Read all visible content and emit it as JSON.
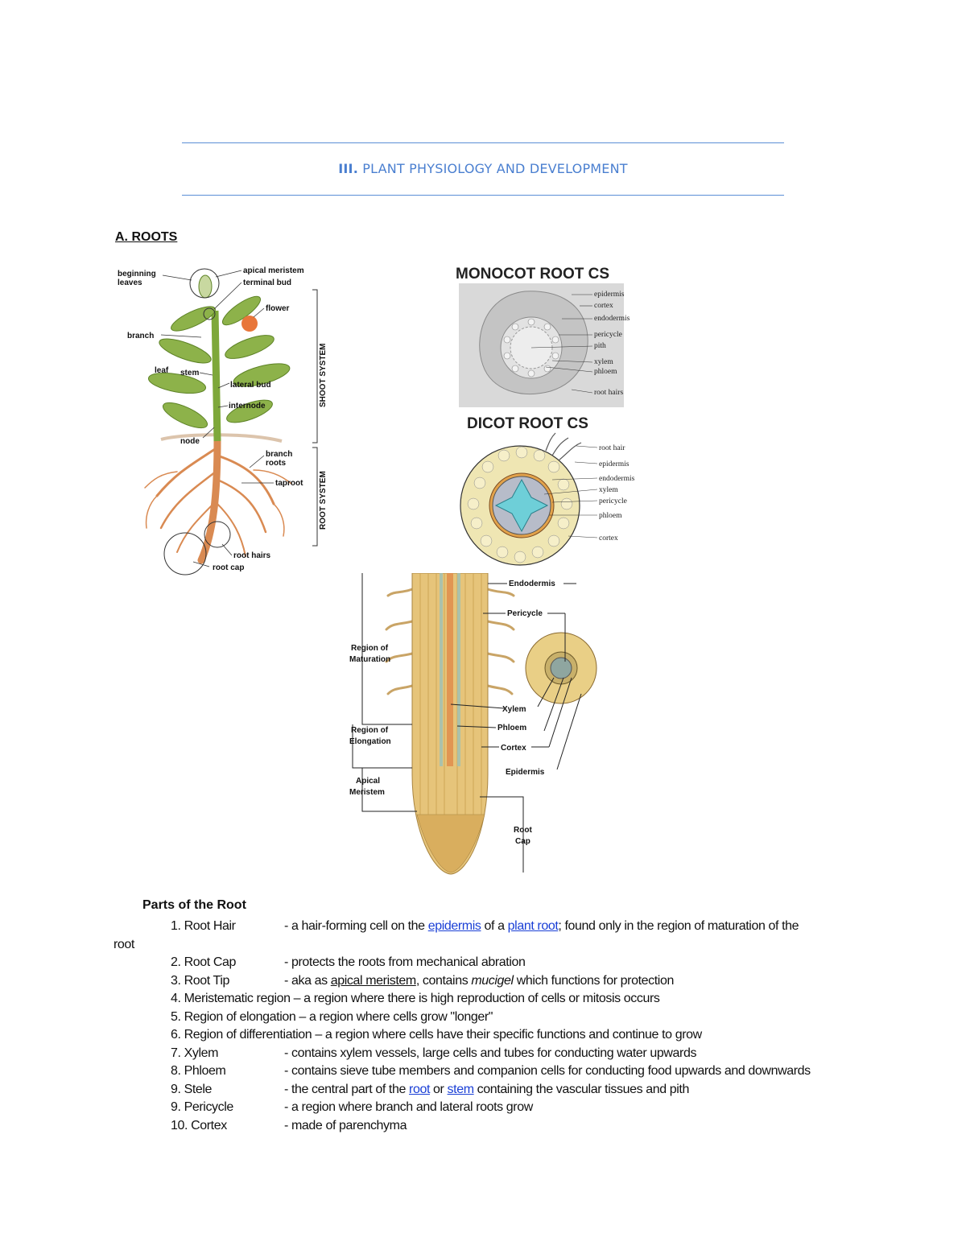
{
  "header": {
    "numeral": "III.",
    "title": "PLANT PHYSIOLOGY AND DEVELOPMENT"
  },
  "section": {
    "heading": "A. ROOTS"
  },
  "fig_plant": {
    "labels": {
      "beginning_leaves_1": "beginning",
      "beginning_leaves_2": "leaves",
      "apical_meristem": "apical meristem",
      "terminal_bud": "terminal bud",
      "flower": "flower",
      "branch": "branch",
      "leaf": "leaf",
      "stem": "stem",
      "lateral_bud": "lateral bud",
      "internode": "internode",
      "node": "node",
      "branch_roots_1": "branch",
      "branch_roots_2": "roots",
      "taproot": "taproot",
      "root_hairs": "root hairs",
      "root_cap": "root cap",
      "shoot_system": "SHOOT SYSTEM",
      "root_system": "ROOT SYSTEM"
    }
  },
  "fig_monocot": {
    "title": "MONOCOT ROOT CS",
    "labels": [
      "epidermis",
      "cortex",
      "endodermis",
      "pericycle",
      "pith",
      "xylem",
      "phloem",
      "root hairs"
    ]
  },
  "fig_dicot": {
    "title": "DICOT ROOT CS",
    "labels": [
      "root hair",
      "epidermis",
      "endodermis",
      "xylem",
      "pericycle",
      "phloem",
      "cortex"
    ]
  },
  "fig_longitudinal": {
    "labels": {
      "endodermis": "Endodermis",
      "pericycle": "Pericycle",
      "maturation_1": "Region of",
      "maturation_2": "Maturation",
      "elongation_1": "Region of",
      "elongation_2": "Elongation",
      "apical_1": "Apical",
      "apical_2": "Meristem",
      "xylem": "Xylem",
      "phloem": "Phloem",
      "cortex": "Cortex",
      "epidermis": "Epidermis",
      "rootcap_1": "Root",
      "rootcap_2": "Cap"
    }
  },
  "parts": {
    "title": "Parts of the Root",
    "items": [
      {
        "num": "1. Root Hair",
        "d1": "- a hair-forming cell on the ",
        "link1": "epidermis",
        "d2": " of a ",
        "link2": "plant root",
        "d3": ";  found only in the region of maturation of the",
        "cont": "root"
      },
      {
        "num": "2. Root Cap",
        "desc": "- protects the roots from mechanical abration"
      },
      {
        "num": "3. Root Tip",
        "d1": "- aka as ",
        "u": "apical meristem",
        "d2": ", contains ",
        "it": "mucigel",
        "d3": " which functions for protection"
      },
      {
        "full": "4. Meristematic region – a region where there is high reproduction of cells or mitosis occurs"
      },
      {
        "full": "5. Region of elongation – a region where cells grow \"longer\""
      },
      {
        "full": "6. Region of differentiation – a region where cells have their specific functions and continue to grow"
      },
      {
        "num": "7. Xylem",
        "desc": "- contains xylem vessels, large cells and tubes for conducting water upwards"
      },
      {
        "num": "8. Phloem",
        "desc": "- contains sieve tube members and companion cells for conducting food upwards and downwards"
      },
      {
        "num": "9. Stele",
        "d1": "- the central part of the ",
        "link1": "root",
        "d2": " or ",
        "link2": "stem",
        "d3": " containing the vascular tissues and pith"
      },
      {
        "num": "9. Pericycle",
        "desc": "- a region where branch and lateral roots grow"
      },
      {
        "num": "10. Cortex",
        "desc": "- made of parenchyma"
      }
    ]
  }
}
